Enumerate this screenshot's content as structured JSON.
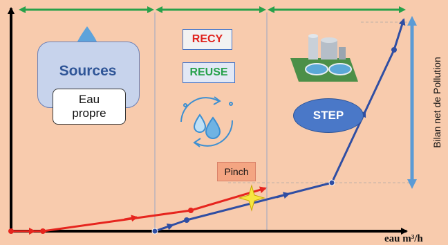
{
  "diagram": {
    "sources_label": "Sources",
    "eau_line1": "Eau",
    "eau_line2": "propre",
    "recy_label": "RECY",
    "reuse_label": "REUSE",
    "step_label": "STEP",
    "pinch_label": "Pinch",
    "x_axis_label": "eau m³/h",
    "vertical_label": "Bilan net de Pollution"
  },
  "colors": {
    "background": "#f8cbad",
    "red_curve": "#e6251e",
    "blue_curve": "#2f4ea3",
    "green_arrows": "#27a14a",
    "pollution_arrow": "#5b9bd5",
    "sources_text": "#2f5597",
    "step_fill": "#4a78c8"
  },
  "icons": [
    "water-drop-icon",
    "recycle-water-icon",
    "treatment-plant-icon",
    "pinch-star-icon"
  ]
}
